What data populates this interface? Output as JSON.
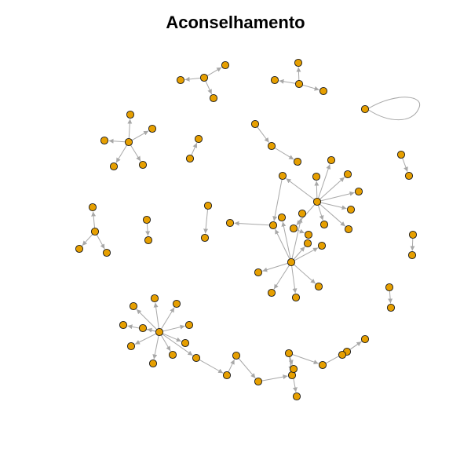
{
  "title": "Aconselhamento",
  "graph": {
    "directed": true,
    "colors": {
      "node_fill": "#E69F00",
      "node_stroke": "#1a1a1a",
      "edge": "#a8a8a8",
      "background": "#ffffff"
    },
    "nodes": [
      "n0",
      "n1",
      "n2",
      "n3",
      "n4",
      "n5",
      "n6",
      "n7",
      "n8",
      "n9",
      "n10",
      "n11",
      "n12",
      "n13",
      "n14",
      "n15",
      "n16",
      "n17",
      "n18",
      "n19",
      "n20",
      "n21",
      "n22",
      "n23",
      "n24",
      "n25",
      "n26",
      "n27",
      "n28",
      "n29",
      "n30",
      "h1",
      "m1",
      "m2",
      "m3",
      "m4",
      "m5",
      "m6",
      "m7",
      "m8",
      "m9",
      "m10",
      "m11",
      "m12",
      "m13",
      "m14",
      "m15",
      "h2",
      "s1",
      "s2",
      "s3",
      "s4",
      "s5",
      "s6",
      "s7",
      "s8",
      "h3",
      "t1",
      "t2",
      "t3",
      "t4",
      "t5",
      "t6",
      "t7",
      "t8",
      "t9",
      "t10",
      "c1",
      "c2",
      "c3",
      "c4",
      "c5",
      "c6",
      "c7",
      "c8",
      "c9",
      "c10",
      "c11",
      "c12"
    ],
    "edges": [
      [
        "n0",
        "n1"
      ],
      [
        "n0",
        "n2"
      ],
      [
        "n0",
        "n3"
      ],
      [
        "n4",
        "n5"
      ],
      [
        "n4",
        "n6"
      ],
      [
        "n4",
        "n7"
      ],
      [
        "n8",
        "n8"
      ],
      [
        "n9",
        "n10"
      ],
      [
        "n9",
        "n11"
      ],
      [
        "n9",
        "n12"
      ],
      [
        "n9",
        "n13"
      ],
      [
        "n9",
        "n14"
      ],
      [
        "n15",
        "n16"
      ],
      [
        "n17",
        "n18"
      ],
      [
        "n19",
        "n20"
      ],
      [
        "n19",
        "n21"
      ],
      [
        "n19",
        "n22"
      ],
      [
        "n23",
        "n24"
      ],
      [
        "n25",
        "n26"
      ],
      [
        "n27",
        "n28"
      ],
      [
        "n29",
        "n30"
      ],
      [
        "m1",
        "m2"
      ],
      [
        "m2",
        "m3"
      ],
      [
        "m4",
        "m5"
      ],
      [
        "m5",
        "m6"
      ],
      [
        "m7",
        "m8"
      ],
      [
        "h1",
        "m7"
      ],
      [
        "h1",
        "m9"
      ],
      [
        "h1",
        "m10"
      ],
      [
        "h1",
        "m11"
      ],
      [
        "h1",
        "m12"
      ],
      [
        "h1",
        "m13"
      ],
      [
        "h1",
        "m14"
      ],
      [
        "h1",
        "m15"
      ],
      [
        "h1",
        "m4"
      ],
      [
        "h2",
        "s1"
      ],
      [
        "h2",
        "s2"
      ],
      [
        "h2",
        "s3"
      ],
      [
        "h2",
        "s4"
      ],
      [
        "h2",
        "s5"
      ],
      [
        "h2",
        "s6"
      ],
      [
        "h2",
        "s7"
      ],
      [
        "h2",
        "s8"
      ],
      [
        "h2",
        "m5"
      ],
      [
        "h3",
        "t1"
      ],
      [
        "h3",
        "t2"
      ],
      [
        "h3",
        "t3"
      ],
      [
        "h3",
        "t4"
      ],
      [
        "h3",
        "t5"
      ],
      [
        "h3",
        "t6"
      ],
      [
        "h3",
        "t7"
      ],
      [
        "h3",
        "t8"
      ],
      [
        "h3",
        "t9"
      ],
      [
        "h3",
        "t10"
      ],
      [
        "h3",
        "c1"
      ],
      [
        "c1",
        "c2"
      ],
      [
        "c2",
        "c3"
      ],
      [
        "c3",
        "c4"
      ],
      [
        "c4",
        "c5"
      ],
      [
        "c6",
        "c5"
      ],
      [
        "c6",
        "c7"
      ],
      [
        "c6",
        "c8"
      ],
      [
        "c6",
        "c9"
      ],
      [
        "c9",
        "c10"
      ],
      [
        "c10",
        "c11"
      ],
      [
        "c11",
        "c12"
      ]
    ]
  }
}
